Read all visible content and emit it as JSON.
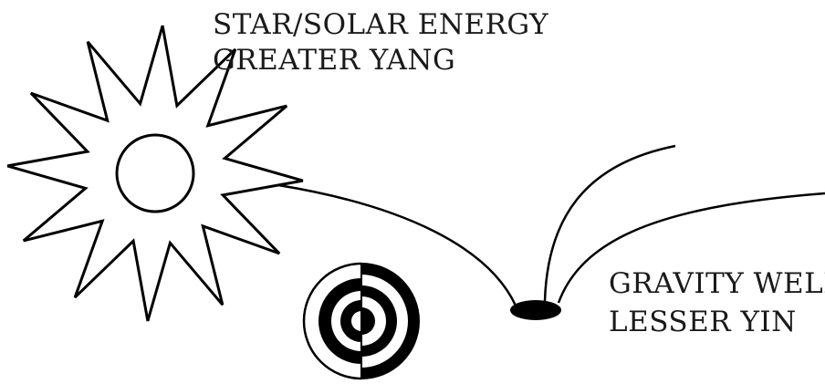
{
  "labels": {
    "star_line1": "STAR/SOLAR ENERGY",
    "star_line2": "GREATER YANG",
    "well_line1": "GRAVITY WELL",
    "well_line2": "LESSER YIN"
  },
  "colors": {
    "ink": "#000000",
    "background": "#ffffff"
  }
}
